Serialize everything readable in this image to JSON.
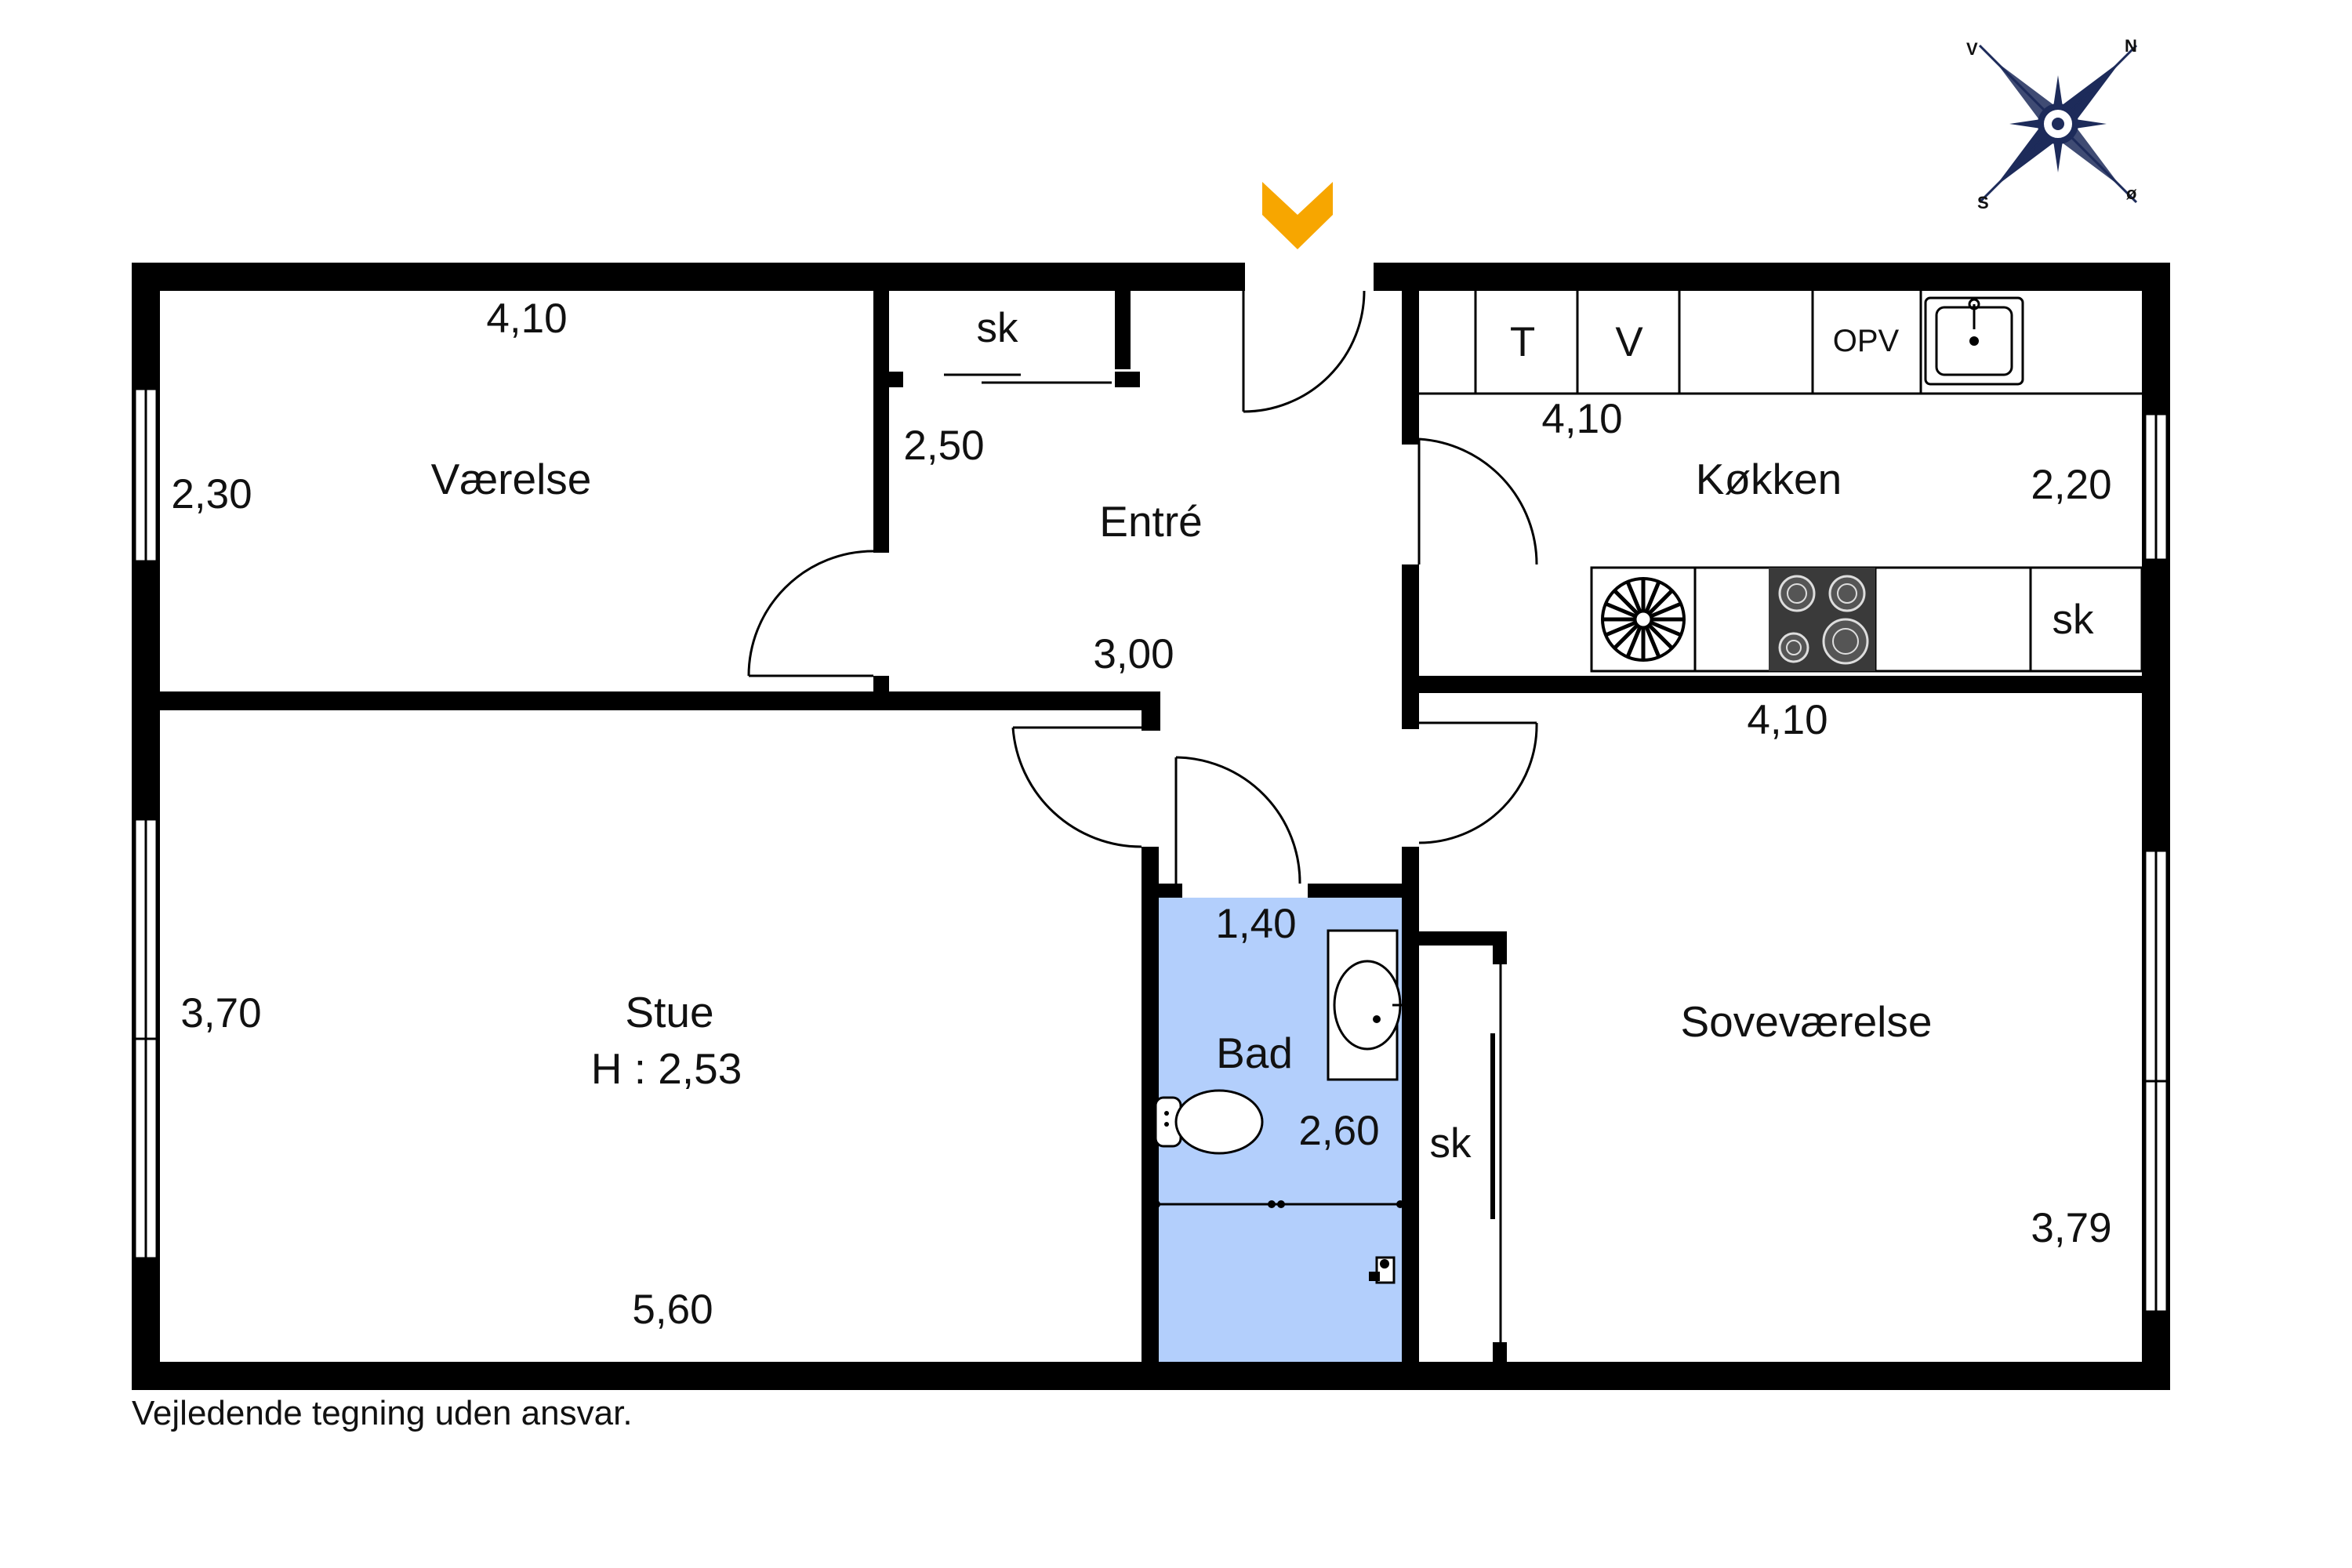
{
  "rooms": {
    "vaerelse": "Værelse",
    "entre": "Entré",
    "kokken": "Køkken",
    "stue": "Stue",
    "stue_height": "H : 2,53",
    "bad": "Bad",
    "sovevaerelse": "Soveværelse"
  },
  "dimensions": {
    "vaerelse_width": "4,10",
    "vaerelse_depth": "2,30",
    "entre_depth": "2,50",
    "entre_width": "3,00",
    "kokken_width_top": "4,10",
    "kokken_depth": "2,20",
    "sove_width": "4,10",
    "stue_depth": "3,70",
    "stue_width": "5,60",
    "bad_width": "1,40",
    "bad_depth": "2,60",
    "sove_depth": "3,79"
  },
  "fixtures": {
    "entre_closet": "sk",
    "kitchen_closet": "sk",
    "bedroom_closet": "sk",
    "fridge_t": "T",
    "cabinet_v": "V",
    "dishwasher": "OPV"
  },
  "compass": {
    "north": "N",
    "west": "V",
    "south": "S",
    "east": "ø"
  },
  "footer": {
    "disclaimer": "Vejledende tegning uden ansvar."
  },
  "colors": {
    "bathroom_fill": "#b3cffc",
    "entrance_arrow": "#f7a600",
    "compass": "#1d2b5a"
  }
}
